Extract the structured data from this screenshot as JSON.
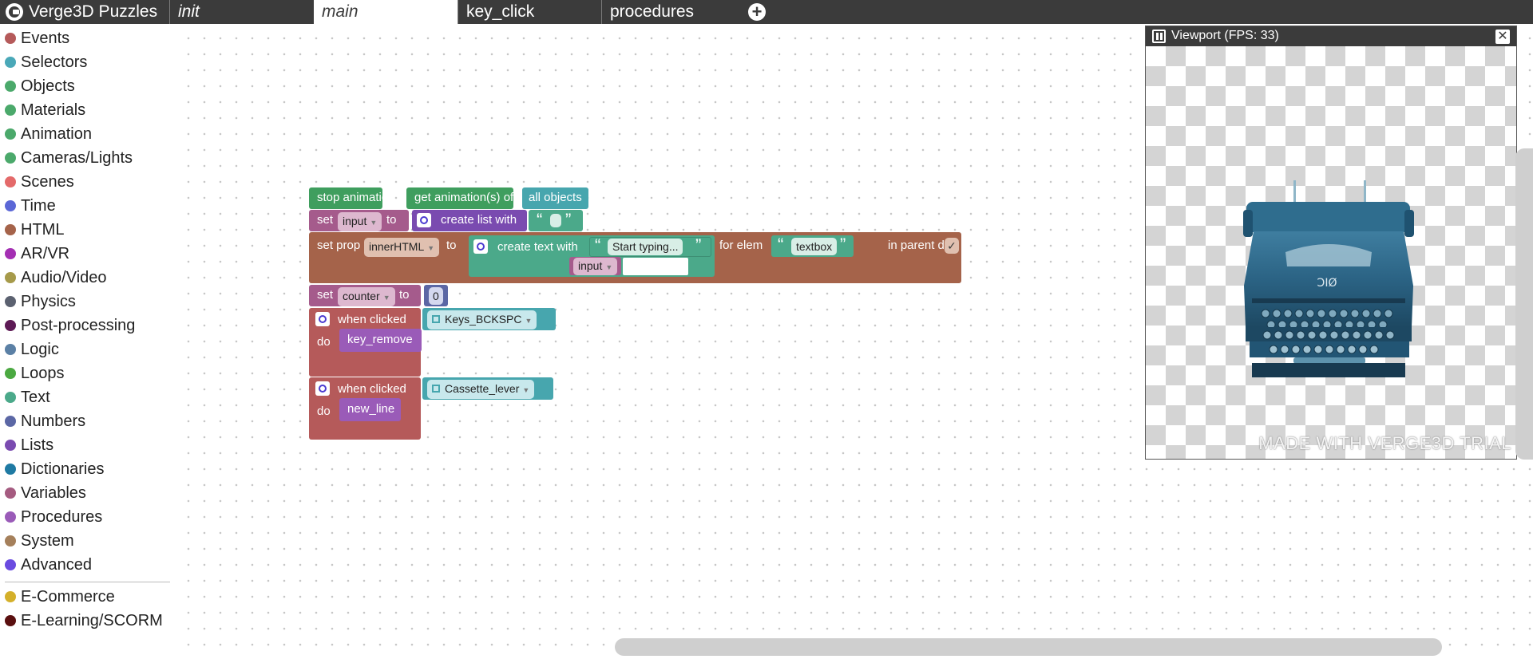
{
  "app": {
    "title": "Verge3D Puzzles"
  },
  "tabs": [
    {
      "label": "init"
    },
    {
      "label": "main"
    },
    {
      "label": "key_click"
    },
    {
      "label": "procedures"
    }
  ],
  "sidebar": {
    "categories": [
      {
        "label": "Events",
        "color": "#b55a5a"
      },
      {
        "label": "Selectors",
        "color": "#4aa8b8"
      },
      {
        "label": "Objects",
        "color": "#4ba96b"
      },
      {
        "label": "Materials",
        "color": "#4ba96b"
      },
      {
        "label": "Animation",
        "color": "#4ba96b"
      },
      {
        "label": "Cameras/Lights",
        "color": "#4ba96b"
      },
      {
        "label": "Scenes",
        "color": "#e46a6a"
      },
      {
        "label": "Time",
        "color": "#5b67d6"
      },
      {
        "label": "HTML",
        "color": "#a5634a"
      },
      {
        "label": "AR/VR",
        "color": "#a42fb3"
      },
      {
        "label": "Audio/Video",
        "color": "#a69a4a"
      },
      {
        "label": "Physics",
        "color": "#5b6170"
      },
      {
        "label": "Post-processing",
        "color": "#5d1a55"
      },
      {
        "label": "Logic",
        "color": "#5b80a5"
      },
      {
        "label": "Loops",
        "color": "#4ba941"
      },
      {
        "label": "Text",
        "color": "#4ba98a"
      },
      {
        "label": "Numbers",
        "color": "#5b67a5"
      },
      {
        "label": "Lists",
        "color": "#7a4bb0"
      },
      {
        "label": "Dictionaries",
        "color": "#1f7aa3"
      },
      {
        "label": "Variables",
        "color": "#a55b80"
      },
      {
        "label": "Procedures",
        "color": "#9a5bb8"
      },
      {
        "label": "System",
        "color": "#a5805b"
      },
      {
        "label": "Advanced",
        "color": "#6a4be0"
      }
    ],
    "extras": [
      {
        "label": "E-Commerce",
        "color": "#d4b02a"
      },
      {
        "label": "E-Learning/SCORM",
        "color": "#5a0f0f"
      }
    ]
  },
  "blocks": {
    "stop_animation": {
      "label": "stop animation",
      "get": "get animation(s) of",
      "target": "all objects"
    },
    "set_input": {
      "set": "set",
      "var": "input",
      "to": "to",
      "create": "create list with"
    },
    "set_prop": {
      "set": "set prop",
      "prop": "innerHTML",
      "to": "to",
      "create_text": "create text with",
      "text": "Start typing...",
      "input_var": "input",
      "for_elem": "for elem",
      "elem": "textbox",
      "parent_doc": "in parent doc"
    },
    "set_counter": {
      "set": "set",
      "var": "counter",
      "to": "to",
      "value": "0"
    },
    "when_clicked_1": {
      "when": "when clicked",
      "object": "Keys_BCKSPC",
      "do": "do",
      "proc": "key_remove"
    },
    "when_clicked_2": {
      "when": "when clicked",
      "object": "Cassette_lever",
      "do": "do",
      "proc": "new_line"
    }
  },
  "viewport": {
    "title": "Viewport (FPS: 33)",
    "watermark": "MADE WITH VERGE3D TRIAL",
    "keys_label": "ƆIØ"
  }
}
